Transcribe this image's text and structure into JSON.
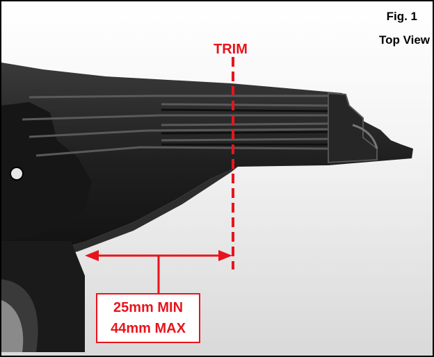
{
  "figure": {
    "number_label": "Fig. 1",
    "view_label": "Top View"
  },
  "annotations": {
    "trim_label": "TRIM",
    "dimension_min": "25mm MIN",
    "dimension_max": "44mm MAX"
  },
  "colors": {
    "annotation_red": "#e8141c",
    "part_dark": "#1c1c1c",
    "part_highlight": "#4a4a4a",
    "background_light": "#f4f4f4",
    "background_dark": "#d9d9d9"
  }
}
